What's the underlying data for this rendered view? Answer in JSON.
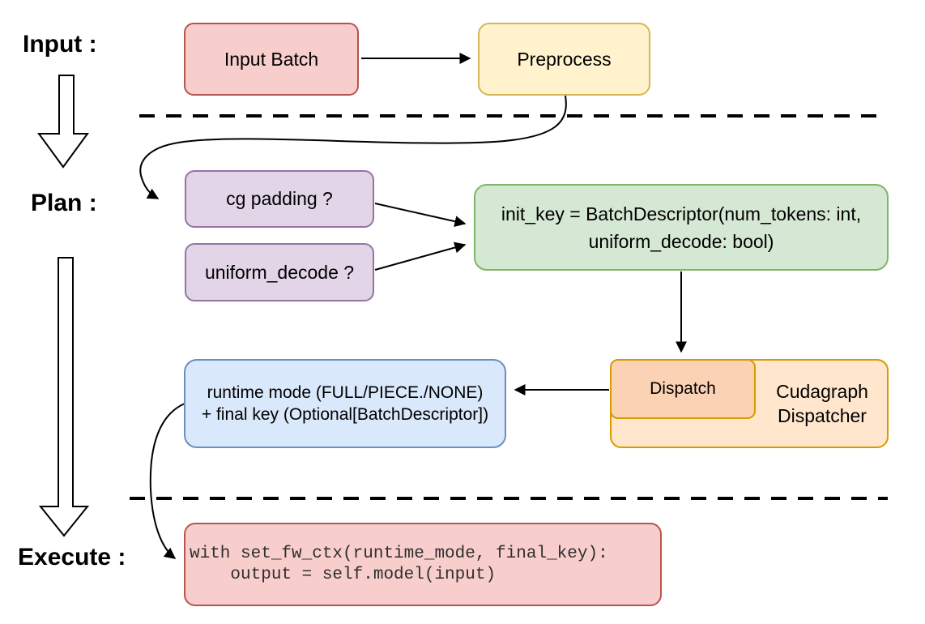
{
  "phases": {
    "input_label": "Input :",
    "plan_label": "Plan :",
    "execute_label": "Execute :"
  },
  "nodes": {
    "input_batch": {
      "label": "Input Batch"
    },
    "preprocess": {
      "label": "Preprocess"
    },
    "cg_padding": {
      "label": "cg padding ?"
    },
    "uniform_decode": {
      "label": "uniform_decode ?"
    },
    "init_key": {
      "line1": "init_key = BatchDescriptor(num_tokens: int,",
      "line2": "uniform_decode: bool)"
    },
    "dispatch": {
      "label": "Dispatch"
    },
    "cudagraph_dispatcher": {
      "label": "Cudagraph Dispatcher"
    },
    "runtime_mode": {
      "line1": "runtime mode (FULL/PIECE./NONE)",
      "line2": "+ final key (Optional[BatchDescriptor])"
    },
    "execute_code": {
      "line1": "with set_fw_ctx(runtime_mode, final_key):",
      "line2": "    output = self.model(input)"
    }
  },
  "edges": [
    {
      "from": "input_batch",
      "to": "preprocess"
    },
    {
      "from": "preprocess",
      "to": "cg_padding"
    },
    {
      "from": "cg_padding",
      "to": "init_key"
    },
    {
      "from": "uniform_decode",
      "to": "init_key"
    },
    {
      "from": "init_key",
      "to": "dispatch"
    },
    {
      "from": "dispatch",
      "to": "runtime_mode"
    },
    {
      "from": "runtime_mode",
      "to": "execute_code"
    }
  ],
  "colors": {
    "red_fill": "#F8CECC",
    "red_stroke": "#B85450",
    "yellow_fill": "#FFF2CC",
    "yellow_stroke": "#D6B656",
    "purple_fill": "#E1D5E7",
    "purple_stroke": "#9673A6",
    "green_fill": "#D5E8D4",
    "green_stroke": "#82B366",
    "blue_fill": "#DAE8FC",
    "blue_stroke": "#6C8EBF",
    "orange_fill": "#FFE6CC",
    "orange_stroke": "#D79B00",
    "dispatch_fill": "#FCD2B5",
    "connector": "#000000"
  }
}
